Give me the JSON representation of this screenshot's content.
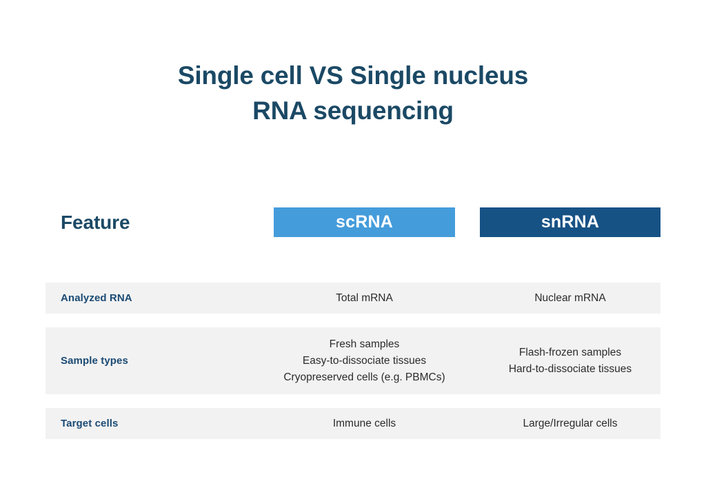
{
  "title": {
    "line1": "Single cell VS Single nucleus",
    "line2": "RNA sequencing"
  },
  "colors": {
    "title_navy": "#1b4965",
    "scrna_blue": "#459cdb",
    "snrna_navy": "#175285",
    "row_background": "#f2f2f2",
    "label_navy": "#1b4a73",
    "body_text": "#2b2b2b",
    "page_background": "#ffffff"
  },
  "table": {
    "header": {
      "feature_label": "Feature",
      "column_1": "scRNA",
      "column_2": "snRNA"
    },
    "rows": [
      {
        "label": "Analyzed RNA",
        "scrna": [
          "Total mRNA"
        ],
        "snrna": [
          "Nuclear mRNA"
        ]
      },
      {
        "label": "Sample types",
        "scrna": [
          "Fresh samples",
          "Easy-to-dissociate tissues",
          "Cryopreserved cells (e.g. PBMCs)"
        ],
        "snrna": [
          "Flash-frozen samples",
          "Hard-to-dissociate tissues"
        ]
      },
      {
        "label": "Target cells",
        "scrna": [
          "Immune cells"
        ],
        "snrna": [
          "Large/Irregular cells"
        ]
      }
    ]
  }
}
